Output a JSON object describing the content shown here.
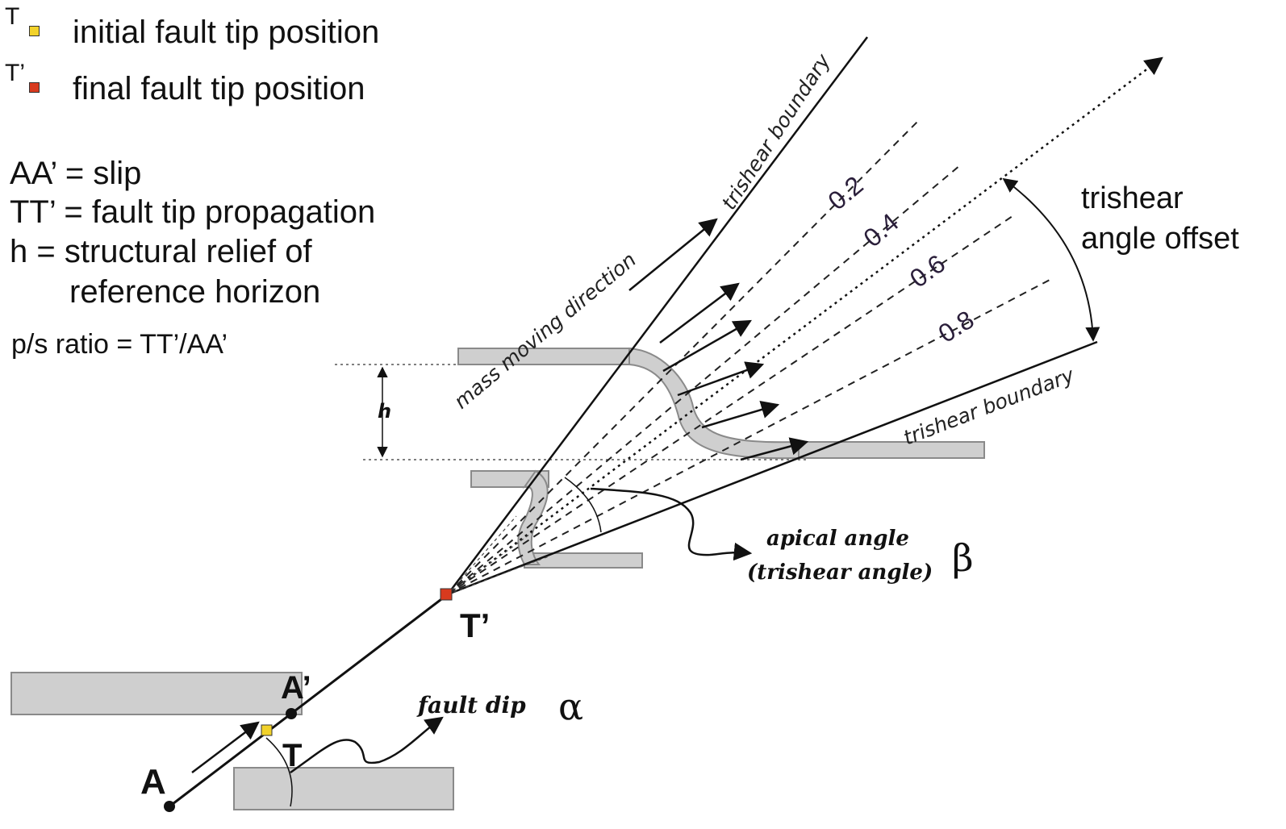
{
  "legend": {
    "t_symbol": "T",
    "t_label": "initial fault tip position",
    "tprime_symbol": "T’",
    "tprime_label": "final fault tip position",
    "slip": "AA’ = slip",
    "propagation": "TT’ = fault tip propagation",
    "relief_line1": "h = structural relief of",
    "relief_line2": "reference horizon",
    "ps_ratio": "p/s ratio = TT’/AA’",
    "colors": {
      "initial_tip": "#f2d22a",
      "final_tip": "#d83a1e",
      "horizon_fill": "#cfcfcf"
    }
  },
  "diagram": {
    "trishear_boundary_upper": "trishear boundary",
    "trishear_boundary_lower": "trishear boundary",
    "mass_moving_direction": "mass moving direction",
    "isoline_labels": [
      "0.2",
      "0.4",
      "0.6",
      "0.8"
    ],
    "angle_offset_line1": "trishear",
    "angle_offset_line2": "angle offset",
    "h_label": "h",
    "apical_line1": "apical angle",
    "apical_line2": "(trishear angle)",
    "beta": "β",
    "fault_dip": "fault dip",
    "alpha": "α",
    "point_A": "A",
    "point_Aprime": "A’",
    "point_T": "T",
    "point_Tprime": "T’"
  }
}
